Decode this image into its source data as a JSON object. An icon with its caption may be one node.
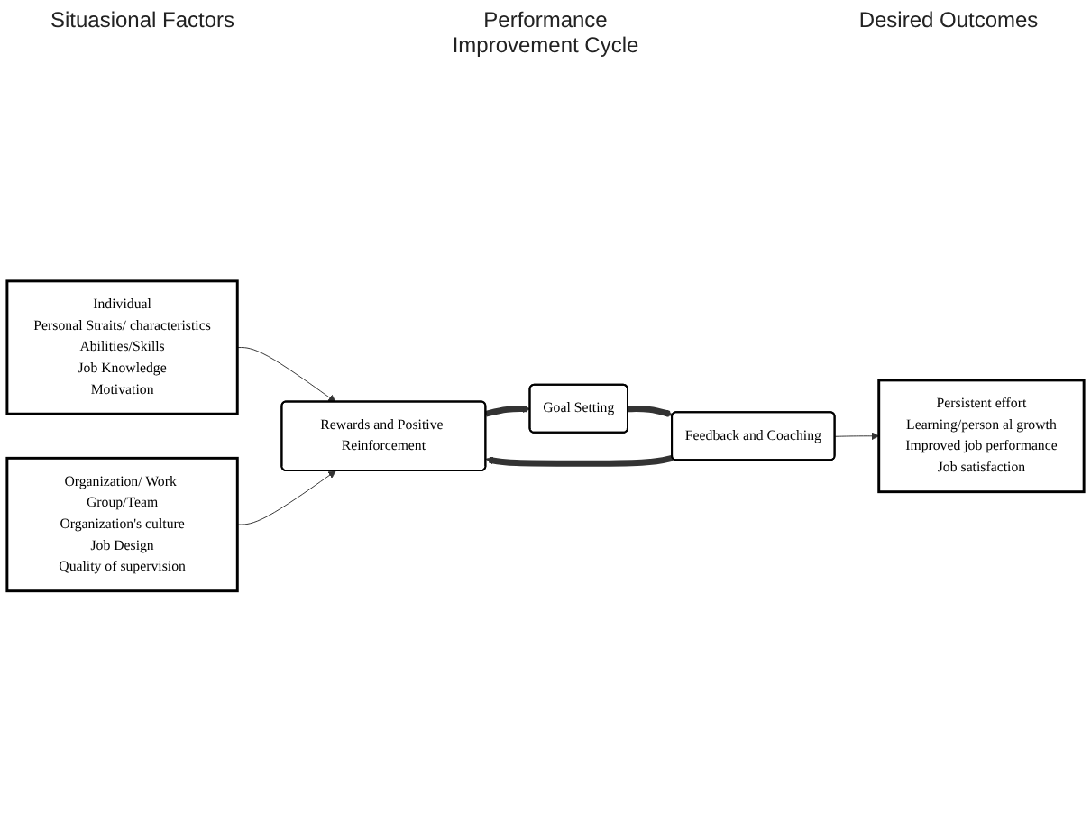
{
  "diagram": {
    "nodes": [
      {
        "text": [
          "Individual",
          "Personal Straits/ characteristics",
          "Abilities/Skills",
          "Job Knowledge",
          "Motivation"
        ]
      },
      {
        "text": [
          "Organization/ Work Group/Team",
          "Organization's culture",
          "Job Design",
          "Quality of supervision"
        ]
      },
      {
        "text": [
          "Goal Setting"
        ]
      },
      {
        "text": [
          "Feedback and Coaching"
        ]
      },
      {
        "text": [
          "Rewards and Positive Reinforcement"
        ]
      },
      {
        "text": [
          "Persistent effort",
          "Learning/person al growth",
          "Improved job performance",
          "Job satisfaction"
        ]
      }
    ],
    "edges": [
      {
        "from": 0,
        "to": 4,
        "arrow": "to"
      },
      {
        "from": 1,
        "to": 4,
        "arrow": "to"
      },
      {
        "from": 2,
        "to": 3,
        "arrow": "to",
        "style": "thick"
      },
      {
        "from": 3,
        "to": 4,
        "arrow": "to",
        "style": "thick"
      },
      {
        "from": 4,
        "to": 2,
        "arrow": "to",
        "style": "thick"
      },
      {
        "from": 3,
        "to": 5,
        "arrow": "to"
      }
    ],
    "labels": [
      "Situasional Factors",
      "Performance Improvement Cycle",
      "Desired Outcomes"
    ]
  }
}
